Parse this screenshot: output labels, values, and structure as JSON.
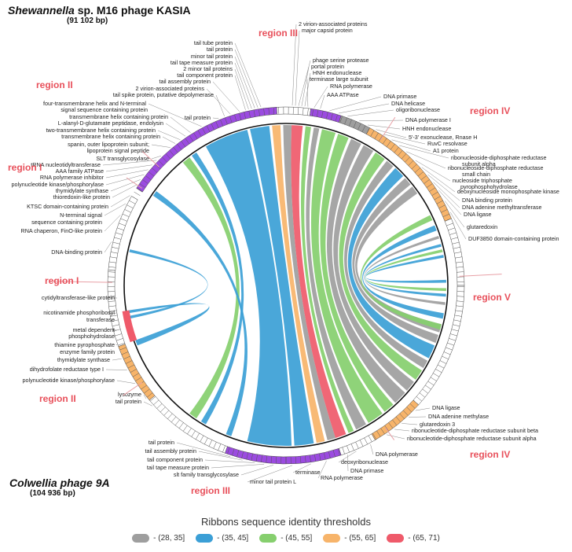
{
  "titles": {
    "top_species": "Shewannella",
    "top_rest": "sp. M16 phage KASIA",
    "top_size": "(91 102 bp)",
    "bottom_name": "Colwellia phage 9A",
    "bottom_size": "(104 936 bp)"
  },
  "regions": [
    {
      "id": "top-region-iii",
      "label": "region III"
    },
    {
      "id": "top-region-ii",
      "label": "region II"
    },
    {
      "id": "top-region-i",
      "label": "region I"
    },
    {
      "id": "top-region-iv",
      "label": "region IV"
    },
    {
      "id": "right-region-v",
      "label": "region V"
    },
    {
      "id": "bottom-region-i",
      "label": "region I"
    },
    {
      "id": "bottom-region-ii",
      "label": "region II"
    },
    {
      "id": "bottom-region-iii",
      "label": "region III"
    },
    {
      "id": "bottom-region-iv",
      "label": "region IV"
    }
  ],
  "genes": [
    "tail tube protein",
    "2 virion-associated proteins",
    "tail protein",
    "major capsid protein",
    "minor tail protein",
    "phage serine protease",
    "tail tape measure protein",
    "portal protein",
    "2 minor tail proteins",
    "HNH endonuclease",
    "tail component protein",
    "terminase large subunit",
    "tail assembly protein",
    "RNA polymerase",
    "2 virion-associated proteins",
    "tail spike protein, putative depolymerase",
    "AAA ATPase",
    "four-transmembrane helix and N-terminal",
    "signal sequence containing protein",
    "tail protein",
    "transmembrane helix containing protein",
    "L-alanyl-D-glutamate peptidase, endolysin",
    "two-transmembrane helix containing protein",
    "transmembrane helix containing protein",
    "spanin, outer lipoprotein subunit;",
    "lipoprotein signal peptide",
    "SLT transglycosylase",
    "tRNA nucleotidyltransferase",
    "AAA family ATPase",
    "RNA polymerase inhibitor",
    "polynucleotide kinase/phosphorylase",
    "thymidylate synthase",
    "thioredoxin-like protein",
    "KTSC domain-containing protein",
    "N-terminal signal",
    "sequence containing protein",
    "RNA chaperon, FinO-like protein",
    "DNA-binding protein",
    "DNA primase",
    "DNA helicase",
    "oligoribonuclease",
    "DNA polymerase I",
    "HNH endonuclease",
    "5'-3' exonuclease, Rnase H",
    "RuvC resolvase",
    "A1 protein",
    "ribonucleoside-diphosphate reductase",
    "subunit alpha",
    "ribonucleoside-diphosphate reductase",
    "small chain",
    "nucleoside triphosphate",
    "pyrophosphohydrolase",
    "deoxynucleoside monophosphate kinase",
    "DNA binding protein",
    "DNA adenine methyltransferase",
    "DNA ligase",
    "glutaredoxin",
    "DUF3850 domain-containing protein",
    "cytidyltransferase-like protein",
    "nicotinamide phosphoribosyl",
    "transferase",
    "metal dependent",
    "phosphohydrolase",
    "thiamine pyrophosphate",
    "enzyme family protein",
    "thymidylate synthase",
    "dihydrofolate reductase type I",
    "polynucleotide kinase/phosphorylase",
    "lysozyme",
    "tail protein",
    "tail protein",
    "tail assembly protein",
    "tail component protein",
    "tail tape measure protein",
    "slt family transglycosylase",
    "minor tail protein L",
    "terminase",
    "RNA polymerase",
    "DNA primase",
    "deoxyribonuclease",
    "DNA polymerase",
    "DNA ligase",
    "DNA adenine methylase",
    "glutaredoxin 3",
    "ribonucleotide-diphosphate reductase subunit beta",
    "ribonucleotide-diphosphate reductase subunit alpha"
  ],
  "legend": {
    "title": "Ribbons sequence identity thresholds",
    "items": [
      {
        "label": "- (28, 35]",
        "color": "#9e9e9e"
      },
      {
        "label": "- (35, 45]",
        "color": "#3b9fd6"
      },
      {
        "label": "- (45, 55]",
        "color": "#86cf6e"
      },
      {
        "label": "- (55, 65]",
        "color": "#f7b46a"
      },
      {
        "label": "- (65, 71)",
        "color": "#ef5a6a"
      }
    ]
  },
  "colors": {
    "gray": "#9e9e9e",
    "blue": "#3b9fd6",
    "green": "#86cf6e",
    "orange": "#f7b46a",
    "red": "#ef5a6a",
    "purple": "#9b4be0",
    "region_text": "#e8505b"
  }
}
